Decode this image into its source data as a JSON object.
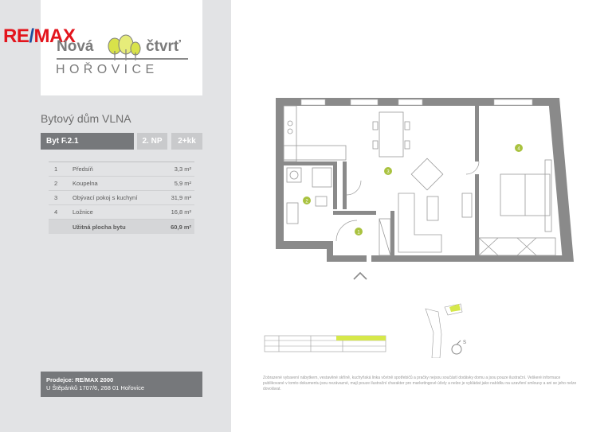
{
  "brand": {
    "remax_left": "RE",
    "remax_slash": "/",
    "remax_right": "MAX",
    "logo_word1": "Nová",
    "logo_word2": "čtvrť",
    "logo_city": "HOŘOVICE"
  },
  "building": {
    "title": "Bytový dům VLNA",
    "unit": "Byt F.2.1",
    "floor": "2. NP",
    "layout": "2+kk"
  },
  "rooms": [
    {
      "num": "1",
      "name": "Předsíň",
      "area": "3,3 m²"
    },
    {
      "num": "2",
      "name": "Koupelna",
      "area": "5,9 m²"
    },
    {
      "num": "3",
      "name": "Obývací pokoj s kuchyní",
      "area": "31,9 m²"
    },
    {
      "num": "4",
      "name": "Ložnice",
      "area": "16,8 m²"
    }
  ],
  "total": {
    "label": "Užitná plocha bytu",
    "area": "60,9 m²"
  },
  "agent": {
    "title": "Prodejce: RE/MAX 2000",
    "address": "U Štěpánků 1707/6, 268 01 Hořovice"
  },
  "plan": {
    "room_markers": [
      "1",
      "2",
      "3",
      "4"
    ],
    "compass": "S",
    "colors": {
      "wall": "#8a8a8a",
      "marker": "#a9c23f",
      "highlight": "#d6e84a"
    }
  },
  "disclaimer": "Zobrazené vybavení nábytkem, vestavěné skříně, kuchyňská linka včetně spotřebičů a pračky nejsou součástí dodávky domu a jsou pouze ilustrační. Veškeré informace publikované v tomto dokumentu jsou nezávazné, mají pouze ilustrační charakter pro marketingové účely a nelze je vykládat jako nabídku na uzavření smlouvy a ani se jeho nelze dovolávat."
}
